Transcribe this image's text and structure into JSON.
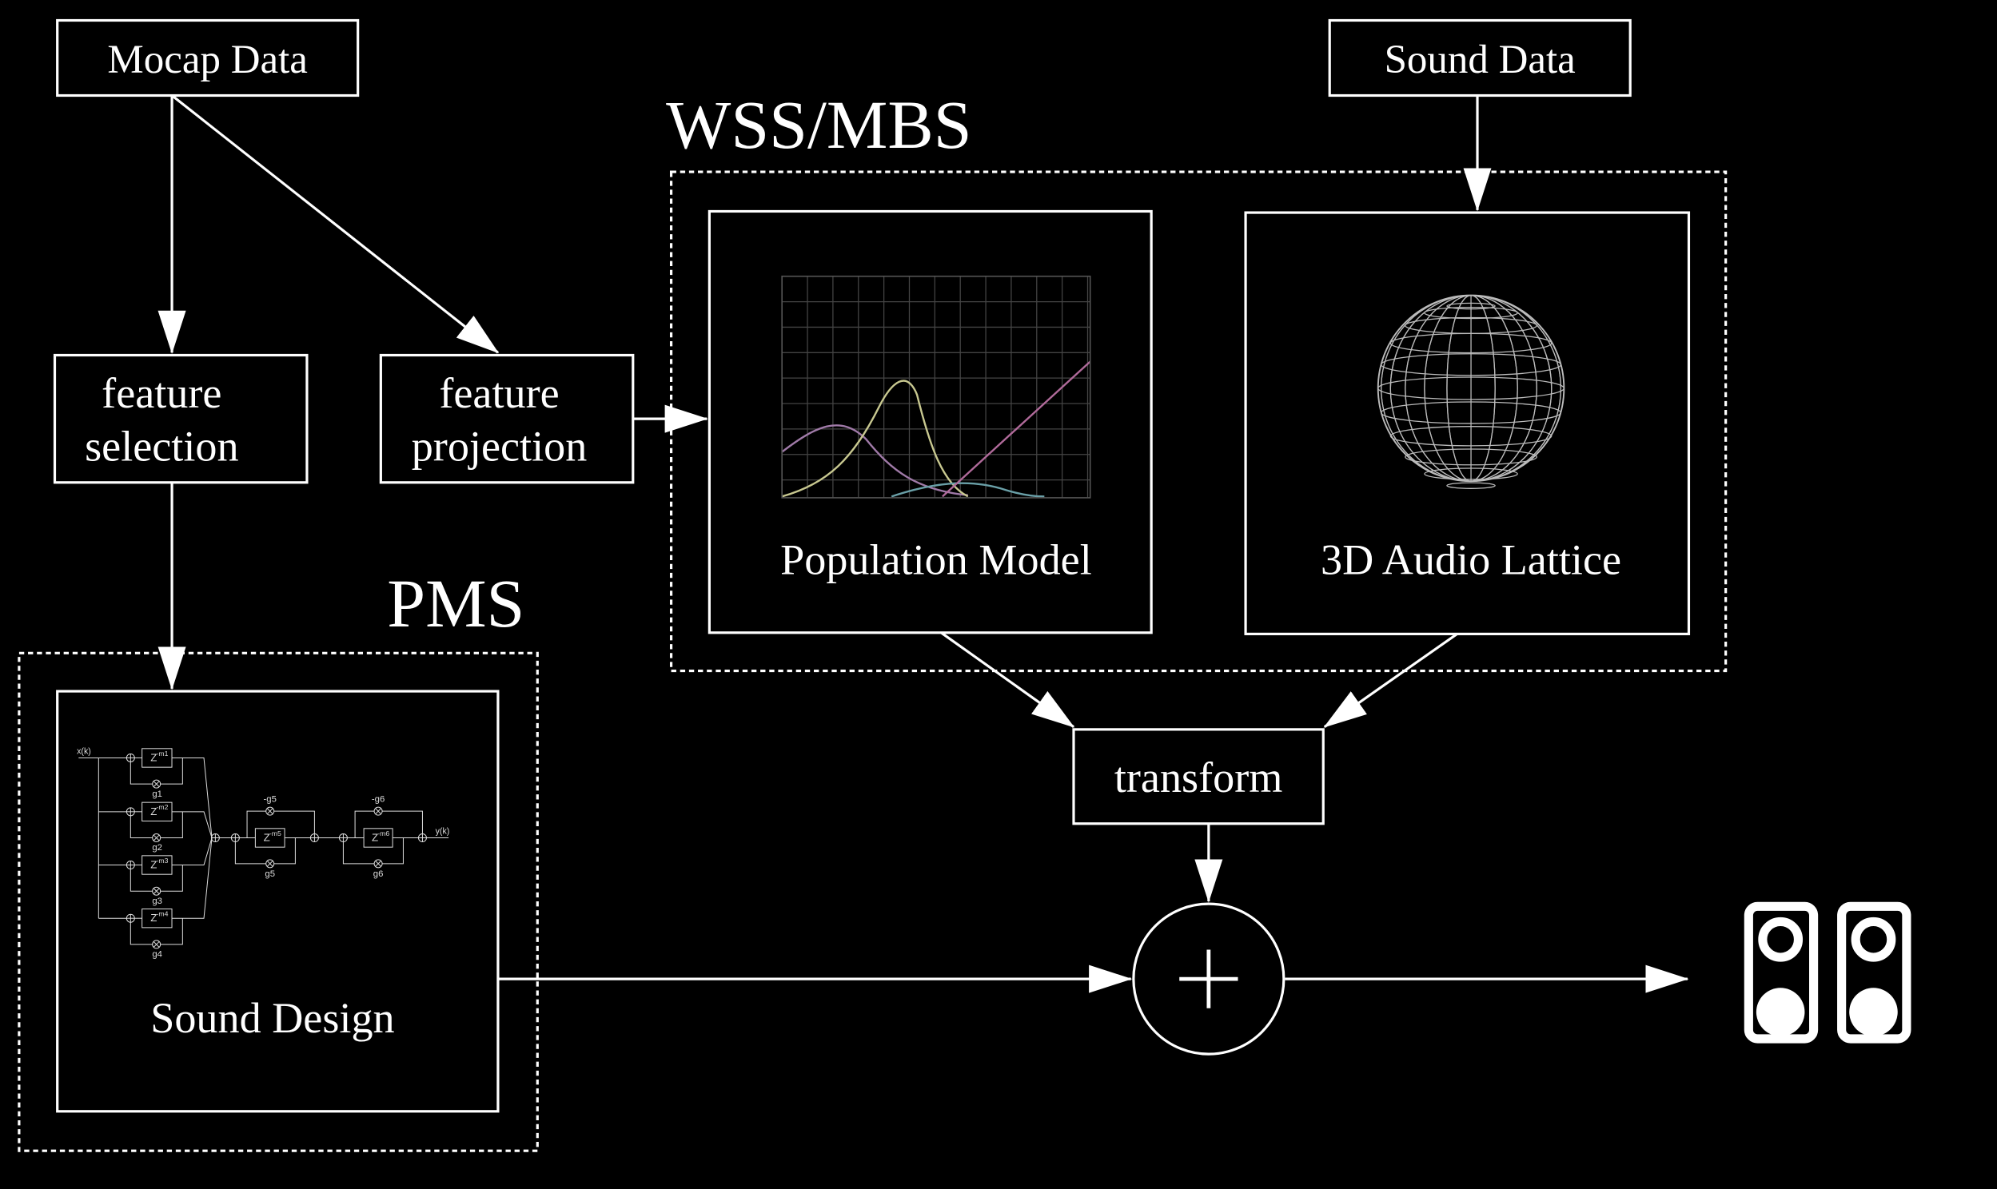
{
  "nodes": {
    "mocap": "Mocap Data",
    "sound_data": "Sound Data",
    "feature_selection": [
      "feature",
      "selection"
    ],
    "feature_projection": [
      "feature",
      "projection"
    ],
    "population_model": "Population Model",
    "audio_lattice": "3D Audio Lattice",
    "transform": "transform",
    "sound_design": "Sound Design",
    "sum_symbol": "+"
  },
  "groups": {
    "wss_mbs": "WSS/MBS",
    "pms": "PMS"
  },
  "reverb": {
    "input": "x(k)",
    "output": "y(k)",
    "comb_delays": [
      "Z",
      "Z",
      "Z",
      "Z"
    ],
    "comb_exps": [
      "-m1",
      "-m2",
      "-m3",
      "-m4"
    ],
    "comb_gains": [
      "g1",
      "g2",
      "g3",
      "g4"
    ],
    "allpass_delays": [
      "Z",
      "Z"
    ],
    "allpass_exps": [
      "-m5",
      "-m6"
    ],
    "allpass_gains": [
      "g5",
      "g6"
    ],
    "allpass_neg_gains": [
      "-g5",
      "-g6"
    ]
  },
  "colors": {
    "background": "#000000",
    "foreground": "#ffffff"
  }
}
